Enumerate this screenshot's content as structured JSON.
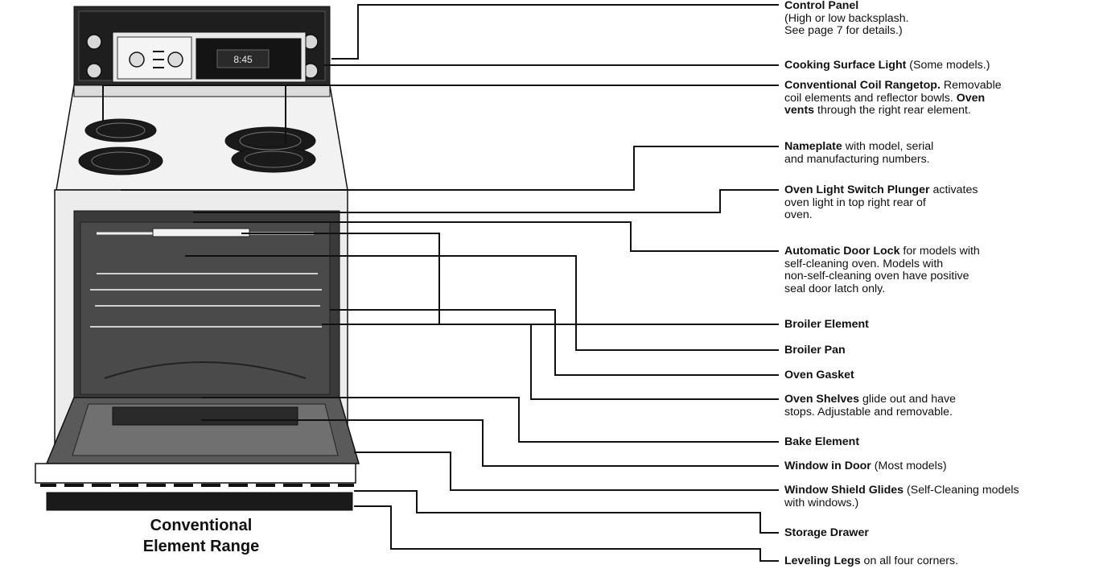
{
  "caption": {
    "line1": "Conventional",
    "line2": "Element Range"
  },
  "display_time": "8:45",
  "callouts": [
    {
      "bold": "Control Panel",
      "text": "",
      "extra": [
        "(High or low backsplash.",
        "See page 7 for details.)"
      ]
    },
    {
      "bold": "Cooking Surface Light",
      "text": " (Some models.)",
      "extra": []
    },
    {
      "bold": "Conventional Coil Rangetop.",
      "text": " Removable",
      "extra": [
        "coil elements and reflector bowls. <b>Oven</b>",
        "<b>vents</b> through the right rear element."
      ]
    },
    {
      "bold": "Nameplate",
      "text": " with model, serial",
      "extra": [
        "and manufacturing numbers."
      ]
    },
    {
      "bold": "Oven Light Switch Plunger",
      "text": " activates",
      "extra": [
        "oven light in top right rear of",
        "oven."
      ]
    },
    {
      "bold": "Automatic Door Lock",
      "text": " for models with",
      "extra": [
        "self-cleaning oven. Models with",
        "non-self-cleaning oven have positive",
        "seal door latch only."
      ]
    },
    {
      "bold": "Broiler Element",
      "text": "",
      "extra": []
    },
    {
      "bold": "Broiler Pan",
      "text": "",
      "extra": []
    },
    {
      "bold": "Oven Gasket",
      "text": "",
      "extra": []
    },
    {
      "bold": "Oven Shelves",
      "text": " glide out and have",
      "extra": [
        "stops. Adjustable and removable."
      ]
    },
    {
      "bold": "Bake Element",
      "text": "",
      "extra": []
    },
    {
      "bold": "Window in Door",
      "text": " (Most models)",
      "extra": []
    },
    {
      "bold": "Window Shield Glides",
      "text": " (Self-Cleaning models",
      "extra": [
        "with windows.)"
      ]
    },
    {
      "bold": "Storage Drawer",
      "text": "",
      "extra": []
    },
    {
      "bold": "Leveling Legs",
      "text": " on all four corners.",
      "extra": []
    }
  ]
}
